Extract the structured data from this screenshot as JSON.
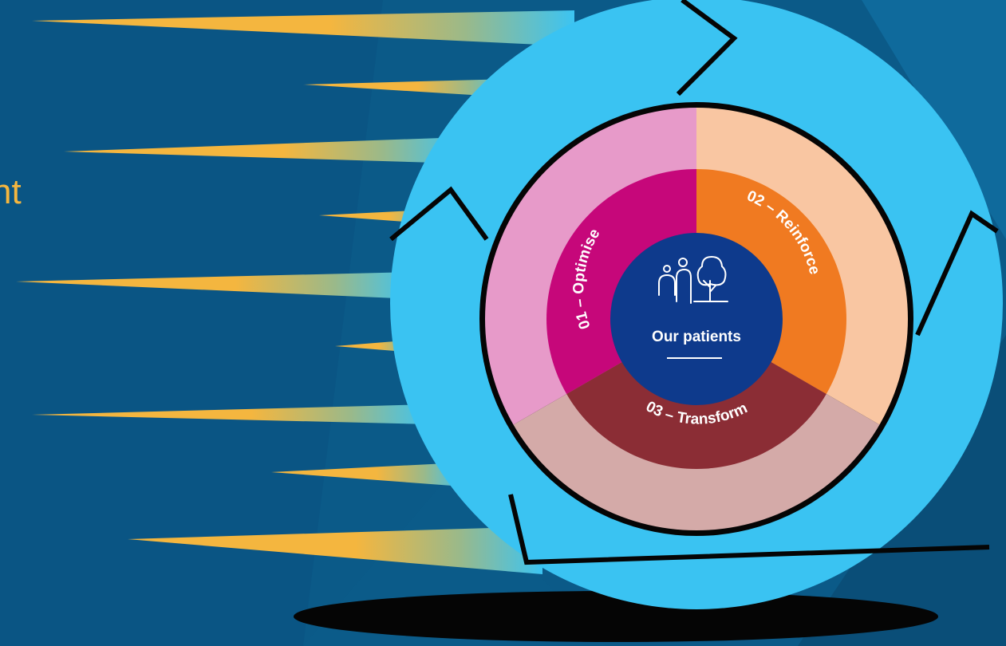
{
  "background": {
    "base": "#0b5a88",
    "panel_dark": "#0a4f7a",
    "panel_light": "#0f6696"
  },
  "left_text_fragment": "nt",
  "speed_lines": {
    "color_start": "#f4b63f",
    "color_end": "#3cc4f2"
  },
  "wheel": {
    "rim_color": "#3ac3f2",
    "outline_color": "#050505",
    "shadow_color": "#050505"
  },
  "cycle": {
    "center": {
      "label": "Our patients",
      "icon": "people-tree-icon",
      "color": "#0e3a8c"
    },
    "segments": [
      {
        "label": "01 – Optimise",
        "color": "#c6077a",
        "light_color": "#e79ac9"
      },
      {
        "label": "02 – Reinforce",
        "color": "#f07a21",
        "light_color": "#f9c6a2"
      },
      {
        "label": "03 – Transform",
        "color": "#8b2d35",
        "light_color": "#d4aaa8"
      }
    ]
  }
}
